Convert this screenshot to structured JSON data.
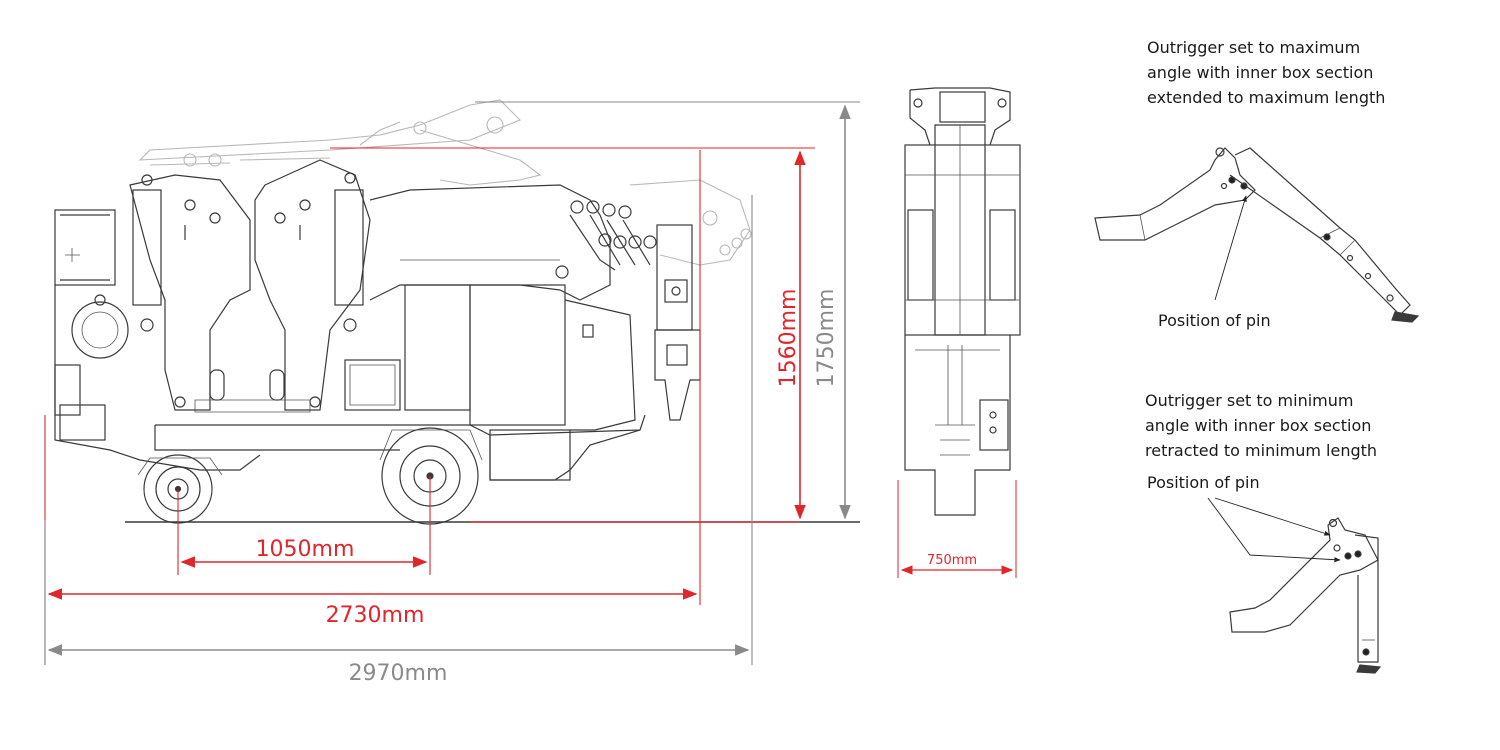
{
  "dimensions": {
    "wheelbase": "1050mm",
    "outrigger_span_red": "2730mm",
    "overall_length": "2970mm",
    "height_red": "1560mm",
    "height_gray": "1750mm",
    "width": "750mm"
  },
  "notes": {
    "max_angle": {
      "lines": [
        "Outrigger set to maximum",
        "angle with inner box section",
        "extended to maximum length"
      ],
      "pin_label": "Position of pin"
    },
    "min_angle": {
      "lines": [
        "Outrigger set to minimum",
        "angle with inner box section",
        "retracted to minimum length"
      ],
      "pin_label": "Position of pin"
    }
  },
  "colors": {
    "dimension_red": "#e0262b",
    "dimension_gray": "#8a8a8a",
    "line_art": "#3a3a3a"
  }
}
